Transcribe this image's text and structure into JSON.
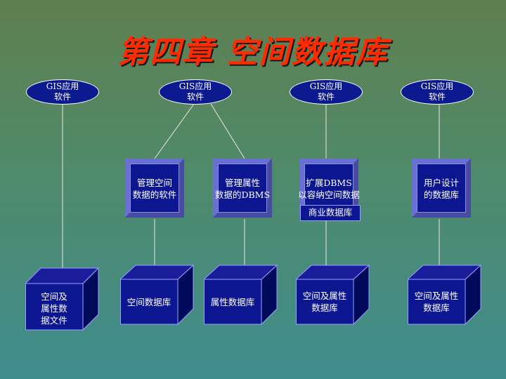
{
  "title": "第四章 空间数据库",
  "app_nodes": [
    {
      "line1": "GIS应用",
      "line2": "软件"
    },
    {
      "line1": "GIS应用",
      "line2": "软件"
    },
    {
      "line1": "GIS应用",
      "line2": "软件"
    },
    {
      "line1": "GIS应用",
      "line2": "软件"
    }
  ],
  "middleware": [
    {
      "line1": "管理空间",
      "line2": "数据的软件"
    },
    {
      "line1": "管理属性",
      "line2": "数据的DBMS"
    },
    {
      "line1": "扩展DBMS",
      "line2": "以容纳空间数据"
    },
    {
      "line1": "用户设计",
      "line2": "的数据库"
    }
  ],
  "extension_tag": "商业数据库",
  "databases": [
    {
      "line1": "空间及",
      "line2": "属性数",
      "line3": "据文件"
    },
    {
      "line1": "空间数据库"
    },
    {
      "line1": "属性数据库"
    },
    {
      "line1": "空间及属性",
      "line2": "数据库"
    },
    {
      "line1": "空间及属性",
      "line2": "数据库"
    }
  ],
  "colors": {
    "title": "#ff2a00",
    "node_fill": "#0c1a8f",
    "bevel_light": "#6a6fd2",
    "connector": "#e8e8e8"
  }
}
